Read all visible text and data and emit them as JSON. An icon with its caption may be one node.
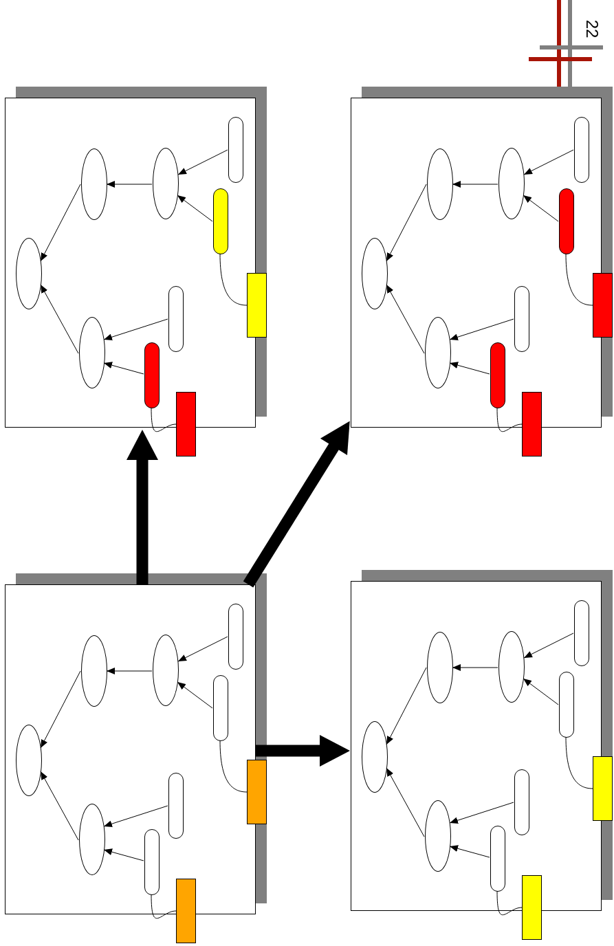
{
  "diagram": {
    "nodes": [
      {
        "text": [],
        "shape": "box"
      },
      {
        "text": [],
        "shape": "ellipse",
        "in": 0
      },
      {
        "text": [],
        "shape": "ellipse",
        "in": 0
      },
      {
        "text": [],
        "shape": "ellipse",
        "in": 0
      },
      {
        "text": [],
        "shape": "capsule",
        "in": 0
      },
      {
        "text": [],
        "shape": "capsule",
        "in": 0
      },
      {
        "text": [],
        "shape": "ellipse",
        "in": 0
      },
      {
        "text": [],
        "shape": "capsule",
        "in": 0
      },
      {
        "text": [],
        "shape": "capsule",
        "in": 0
      },
      {
        "text": [],
        "shape": "box"
      },
      {
        "text": [],
        "shape": "box"
      },
      {
        "text": [],
        "shape": "box"
      },
      {
        "text": [],
        "shape": "ellipse",
        "in": 11
      },
      {
        "text": [],
        "shape": "ellipse",
        "in": 11
      },
      {
        "text": [],
        "shape": "ellipse",
        "in": 11
      },
      {
        "text": [],
        "shape": "capsule",
        "in": 11
      },
      {
        "text": [],
        "shape": "capsule",
        "in": 11
      },
      {
        "text": [],
        "shape": "ellipse",
        "in": 11
      },
      {
        "text": [],
        "shape": "capsule",
        "in": 11
      },
      {
        "text": [],
        "shape": "capsule",
        "in": 11
      },
      {
        "text": [],
        "shape": "box"
      },
      {
        "text": [],
        "shape": "box"
      },
      {
        "text": [],
        "shape": "box"
      },
      {
        "text": [],
        "shape": "ellipse",
        "in": 22
      },
      {
        "text": [],
        "shape": "ellipse",
        "in": 22
      },
      {
        "text": [],
        "shape": "ellipse",
        "in": 22
      },
      {
        "text": [],
        "shape": "capsule",
        "in": 22
      },
      {
        "text": [],
        "shape": "capsule",
        "in": 22
      },
      {
        "text": [],
        "shape": "ellipse",
        "in": 22
      },
      {
        "text": [],
        "shape": "capsule",
        "in": 22
      },
      {
        "text": [],
        "shape": "capsule",
        "in": 22
      },
      {
        "text": [],
        "shape": "box"
      },
      {
        "text": [],
        "shape": "box"
      },
      {
        "text": [],
        "shape": "box"
      },
      {
        "text": [],
        "shape": "ellipse",
        "in": 33
      },
      {
        "text": [],
        "shape": "ellipse",
        "in": 33
      },
      {
        "text": [],
        "shape": "ellipse",
        "in": 33
      },
      {
        "text": [],
        "shape": "capsule",
        "in": 33
      },
      {
        "text": [],
        "shape": "capsule",
        "in": 33
      },
      {
        "text": [],
        "shape": "ellipse",
        "in": 33
      },
      {
        "text": [],
        "shape": "capsule",
        "in": 33
      },
      {
        "text": [],
        "shape": "capsule",
        "in": 33
      },
      {
        "text": [],
        "shape": "box"
      },
      {
        "text": [],
        "shape": "box"
      }
    ],
    "edges": [
      {
        "from": 4,
        "to": 3,
        "arrow": "to"
      },
      {
        "from": 5,
        "to": 3,
        "arrow": "to"
      },
      {
        "from": 3,
        "to": 2,
        "arrow": "to"
      },
      {
        "from": 2,
        "to": 1,
        "arrow": "to"
      },
      {
        "from": 7,
        "to": 6,
        "arrow": "to"
      },
      {
        "from": 8,
        "to": 6,
        "arrow": "to"
      },
      {
        "from": 6,
        "to": 1,
        "arrow": "to"
      },
      {
        "from": 5,
        "to": 9,
        "arrow": "none"
      },
      {
        "from": 8,
        "to": 10,
        "arrow": "none"
      },
      {
        "from": 15,
        "to": 14,
        "arrow": "to"
      },
      {
        "from": 16,
        "to": 14,
        "arrow": "to"
      },
      {
        "from": 14,
        "to": 13,
        "arrow": "to"
      },
      {
        "from": 13,
        "to": 12,
        "arrow": "to"
      },
      {
        "from": 18,
        "to": 17,
        "arrow": "to"
      },
      {
        "from": 19,
        "to": 17,
        "arrow": "to"
      },
      {
        "from": 17,
        "to": 12,
        "arrow": "to"
      },
      {
        "from": 16,
        "to": 20,
        "arrow": "none"
      },
      {
        "from": 19,
        "to": 21,
        "arrow": "none"
      },
      {
        "from": 26,
        "to": 25,
        "arrow": "to"
      },
      {
        "from": 27,
        "to": 25,
        "arrow": "to"
      },
      {
        "from": 25,
        "to": 24,
        "arrow": "to"
      },
      {
        "from": 24,
        "to": 23,
        "arrow": "to"
      },
      {
        "from": 29,
        "to": 28,
        "arrow": "to"
      },
      {
        "from": 30,
        "to": 28,
        "arrow": "to"
      },
      {
        "from": 28,
        "to": 23,
        "arrow": "to"
      },
      {
        "from": 27,
        "to": 31,
        "arrow": "none"
      },
      {
        "from": 30,
        "to": 32,
        "arrow": "none"
      },
      {
        "from": 37,
        "to": 36,
        "arrow": "to"
      },
      {
        "from": 38,
        "to": 36,
        "arrow": "to"
      },
      {
        "from": 36,
        "to": 35,
        "arrow": "to"
      },
      {
        "from": 35,
        "to": 34,
        "arrow": "to"
      },
      {
        "from": 40,
        "to": 39,
        "arrow": "to"
      },
      {
        "from": 41,
        "to": 39,
        "arrow": "to"
      },
      {
        "from": 39,
        "to": 34,
        "arrow": "to"
      },
      {
        "from": 38,
        "to": 42,
        "arrow": "none"
      },
      {
        "from": 41,
        "to": 43,
        "arrow": "none"
      },
      {
        "from": 22,
        "to": 0,
        "arrow": "to",
        "style": "thick"
      },
      {
        "from": 22,
        "to": 11,
        "arrow": "to",
        "style": "thick"
      },
      {
        "from": 22,
        "to": 33,
        "arrow": "to",
        "style": "thick"
      }
    ],
    "labels": [
      "22"
    ]
  }
}
